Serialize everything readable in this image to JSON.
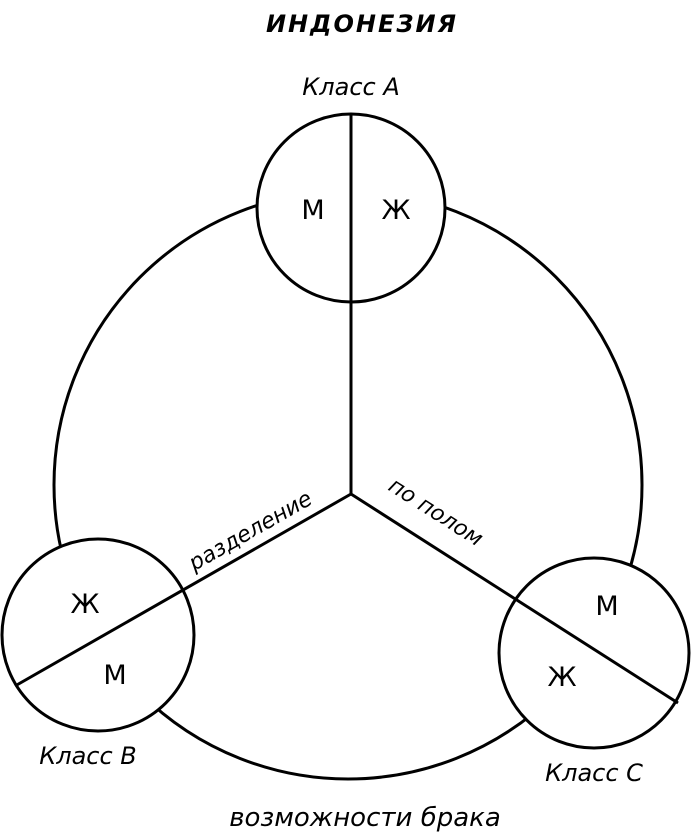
{
  "title": "ИНДОНЕЗИЯ",
  "classes": [
    {
      "name": "Класс А",
      "left_letter": "М",
      "right_letter": "Ж"
    },
    {
      "name": "Класс В",
      "top_letter": "Ж",
      "bottom_letter": "М"
    },
    {
      "name": "Класс С",
      "top_letter": "М",
      "bottom_letter": "Ж"
    }
  ],
  "line_labels": {
    "left": "разделение",
    "right": "по полом"
  },
  "bottom_label": "возможности брака"
}
